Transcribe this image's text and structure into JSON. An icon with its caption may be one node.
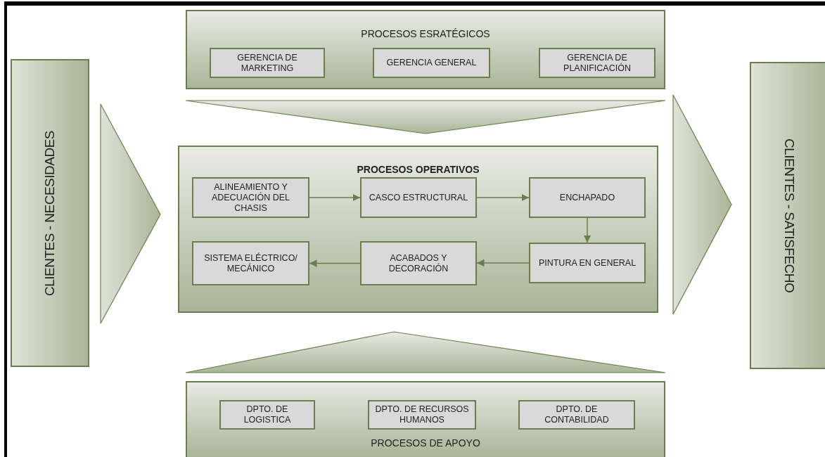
{
  "diagram": {
    "nodes": [
      {
        "text": [
          "CLIENTES - NECESIDADES"
        ]
      },
      {
        "text": [
          "PROCESOS ESRATÉGICOS"
        ]
      },
      {
        "text": [
          "GERENCIA DE MARKETING"
        ],
        "in": 1
      },
      {
        "text": [
          "GERENCIA GENERAL"
        ],
        "in": 1
      },
      {
        "text": [
          "GERENCIA DE PLANIFICACIÓN"
        ],
        "in": 1
      },
      {
        "text": [
          "PROCESOS OPERATIVOS"
        ]
      },
      {
        "text": [
          "ALINEAMIENTO Y ADECUACIÓN DEL CHASIS"
        ],
        "in": 5
      },
      {
        "text": [
          "CASCO ESTRUCTURAL"
        ],
        "in": 5
      },
      {
        "text": [
          "ENCHAPADO"
        ],
        "in": 5
      },
      {
        "text": [
          "PINTURA EN GENERAL"
        ],
        "in": 5
      },
      {
        "text": [
          "ACABADOS Y DECORACIÓN"
        ],
        "in": 5
      },
      {
        "text": [
          "SISTEMA ELÉCTRICO/ MECÁNICO"
        ],
        "in": 5
      },
      {
        "text": [
          "PROCESOS DE APOYO"
        ]
      },
      {
        "text": [
          "DPTO. DE LOGISTICA"
        ],
        "in": 12
      },
      {
        "text": [
          "DPTO. DE RECURSOS HUMANOS"
        ],
        "in": 12
      },
      {
        "text": [
          "DPTO. DE CONTABILIDAD"
        ],
        "in": 12
      },
      {
        "text": [
          "CLIENTES - SATISFECHO"
        ]
      }
    ],
    "edges": [
      {
        "from": 6,
        "to": 7,
        "arrow": "to"
      },
      {
        "from": 7,
        "to": 8,
        "arrow": "to"
      },
      {
        "from": 8,
        "to": 9,
        "arrow": "to"
      },
      {
        "from": 9,
        "to": 10,
        "arrow": "to"
      },
      {
        "from": 10,
        "to": 11,
        "arrow": "to"
      },
      {
        "from": 0,
        "to": 5,
        "arrow": "to"
      },
      {
        "from": 1,
        "to": 5,
        "arrow": "to"
      },
      {
        "from": 12,
        "to": 5,
        "arrow": "to"
      },
      {
        "from": 5,
        "to": 16,
        "arrow": "to"
      }
    ]
  }
}
